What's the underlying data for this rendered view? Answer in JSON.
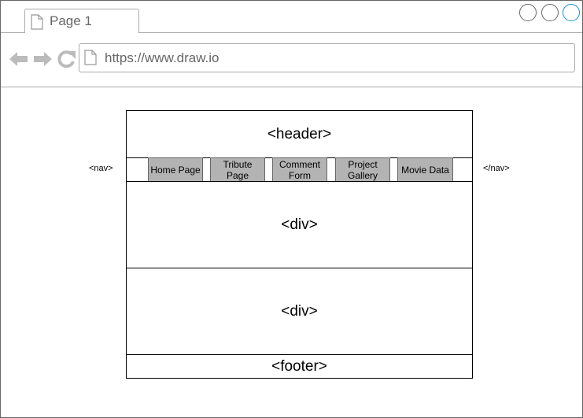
{
  "browser": {
    "tab_label": "Page 1",
    "url": "https://www.draw.io",
    "icons": [
      "doc-icon",
      "back-arrow-icon",
      "forward-arrow-icon",
      "reload-icon"
    ],
    "accent_color": "#1a8fd1"
  },
  "wireframe": {
    "header_label": "<header>",
    "nav_open_label": "<nav>",
    "nav_close_label": "</nav>",
    "nav_items": [
      "Home Page",
      "Tribute Page",
      "Comment Form",
      "Project Gallery",
      "Movie Data"
    ],
    "div1_label": "<div>",
    "div2_label": "<div>",
    "footer_label": "<footer>",
    "nav_button_color": "#b3b3b3"
  }
}
